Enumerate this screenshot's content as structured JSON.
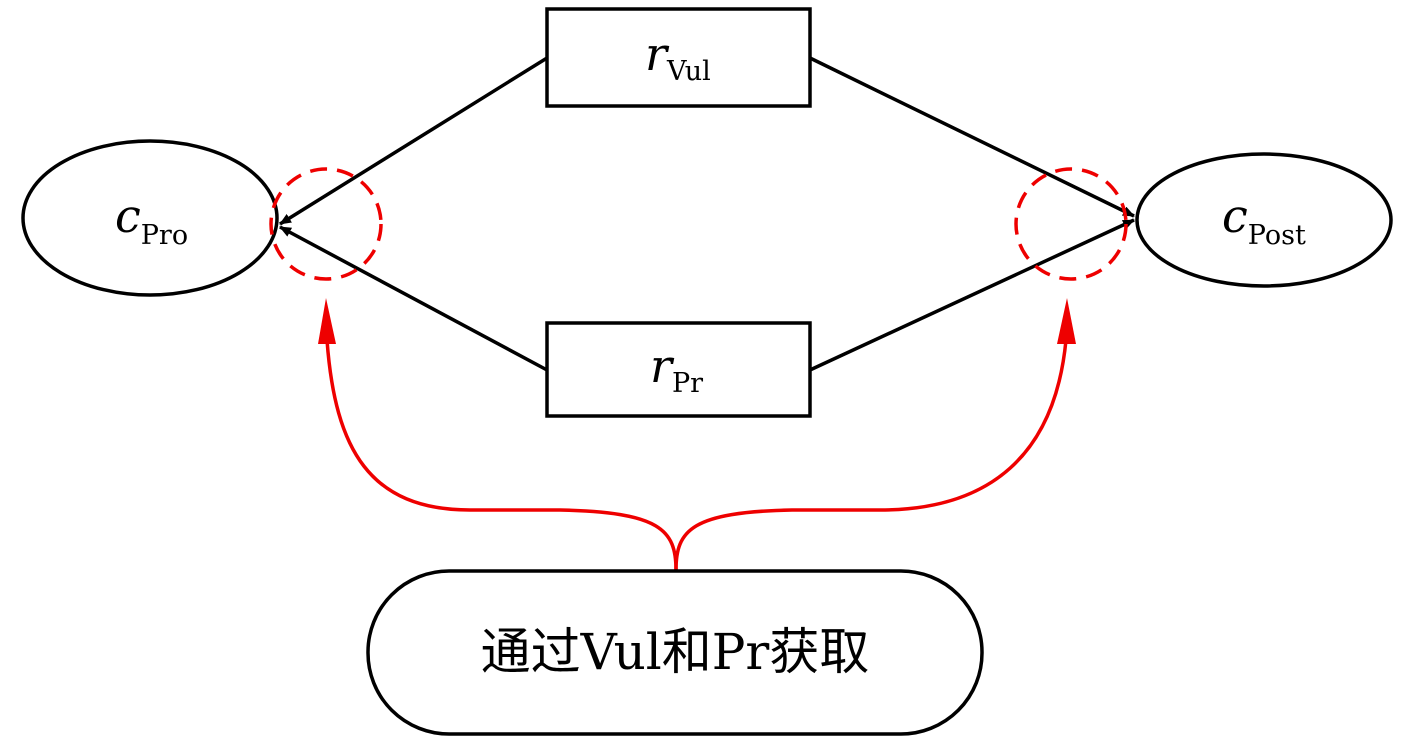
{
  "nodes": {
    "c_pro": {
      "main": "c",
      "sub": "Pro"
    },
    "c_post": {
      "main": "c",
      "sub": "Post"
    },
    "r_vul": {
      "main": "r",
      "sub": "Vul"
    },
    "r_pr": {
      "main": "r",
      "sub": "Pr"
    }
  },
  "caption": "通过Vul和Pr获取",
  "colors": {
    "stroke": "#000000",
    "highlight": "#ee0000"
  }
}
